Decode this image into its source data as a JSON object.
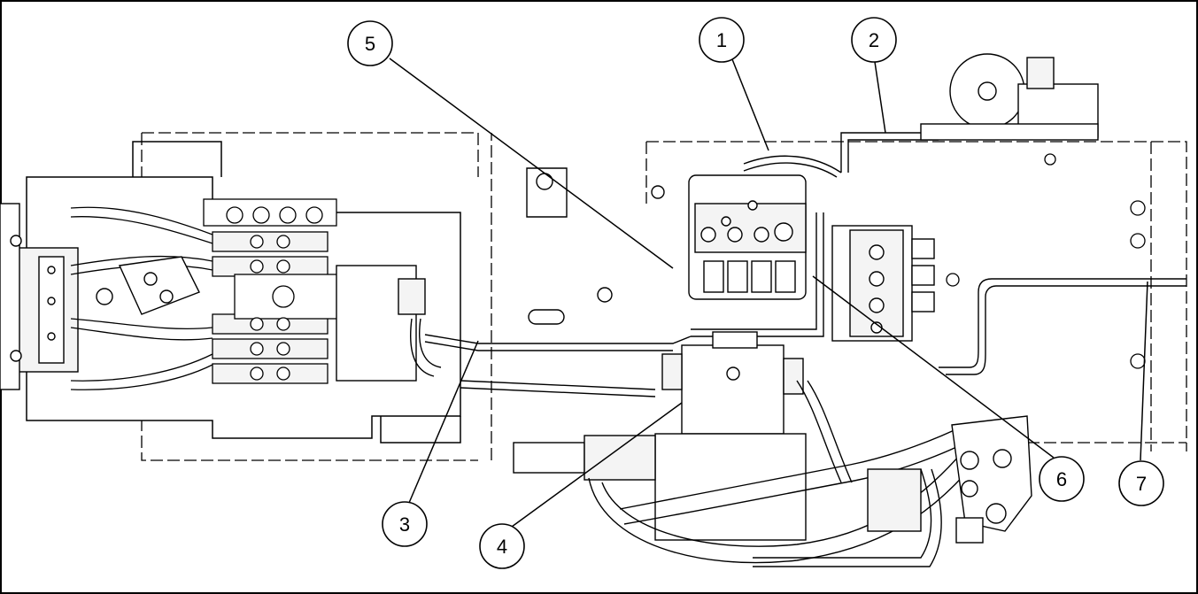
{
  "callouts": [
    {
      "label": "1"
    },
    {
      "label": "2"
    },
    {
      "label": "3"
    },
    {
      "label": "4"
    },
    {
      "label": "5"
    },
    {
      "label": "6"
    },
    {
      "label": "7"
    }
  ],
  "colors": {
    "line": "#000000",
    "background": "#ffffff",
    "fill": "#f4f4f4"
  }
}
